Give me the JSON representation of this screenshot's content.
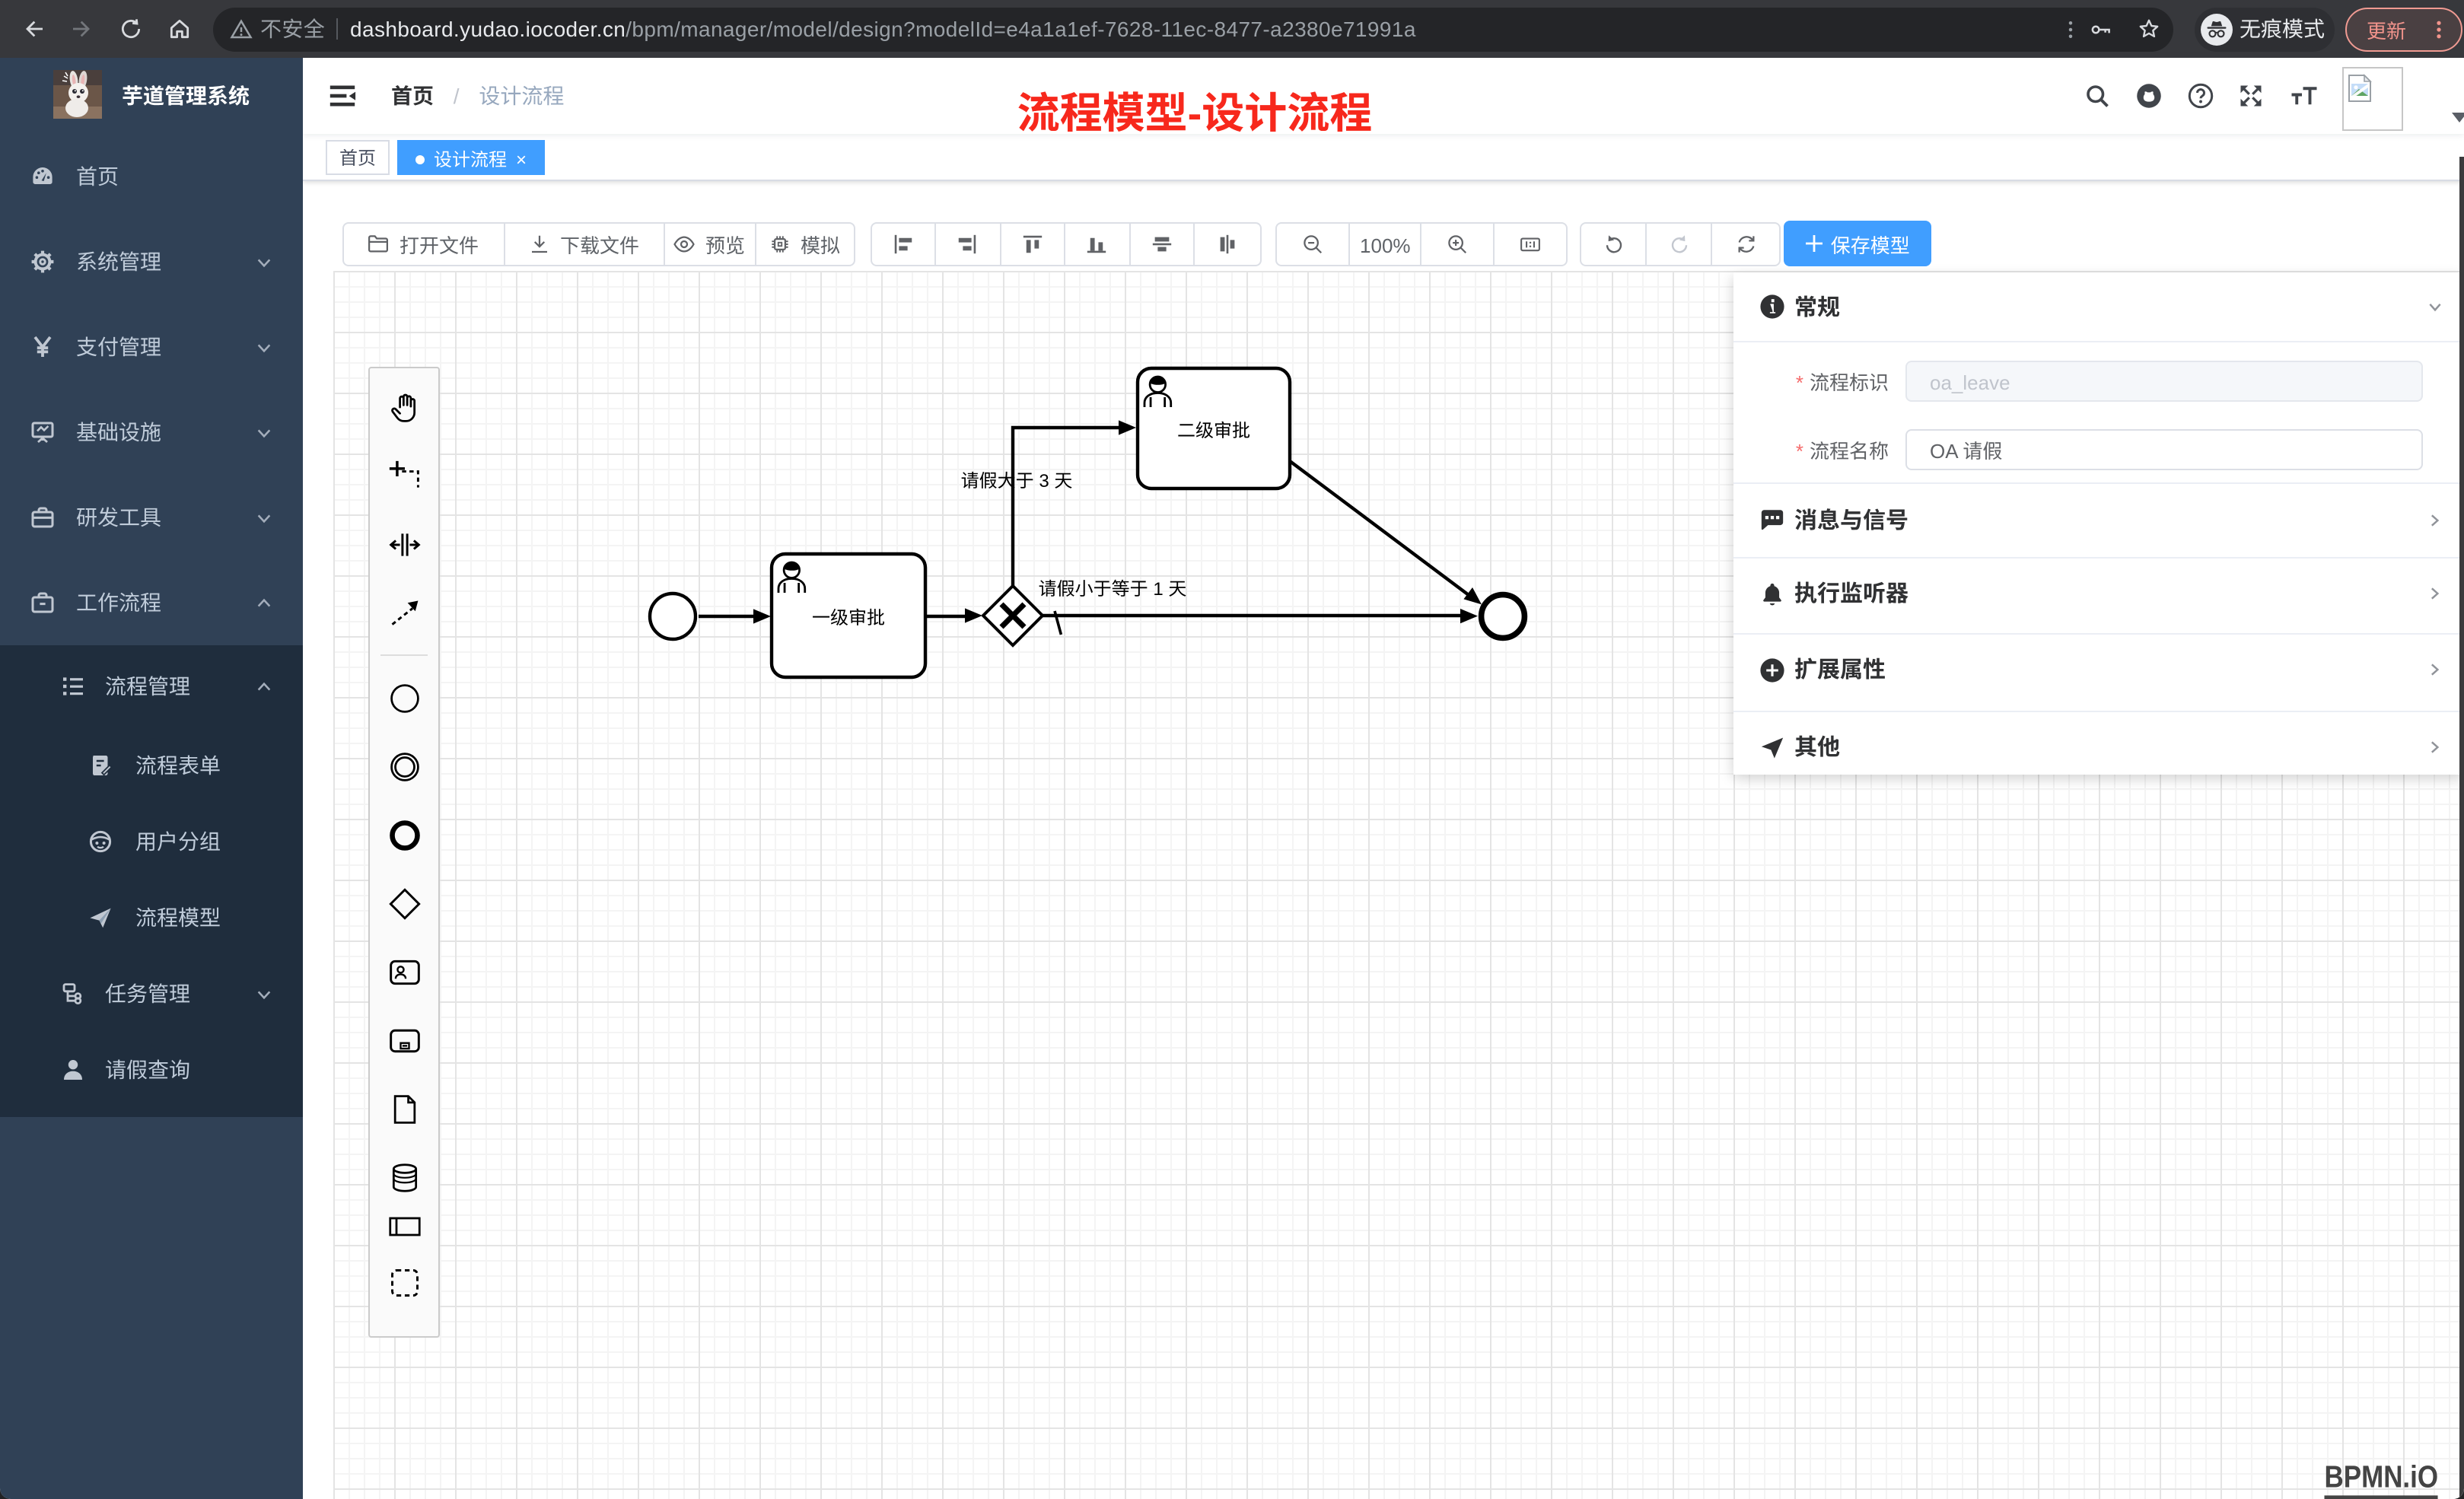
{
  "browser": {
    "security_label": "不安全",
    "url_host": "dashboard.yudao.iocoder.cn",
    "url_path": "/bpm/manager/model/design?modelId=e4a1a1ef-7628-11ec-8477-a2380e71991a",
    "incognito_label": "无痕模式",
    "update_label": "更新"
  },
  "sidebar": {
    "logo_title": "芋道管理系统",
    "items": [
      {
        "label": "首页"
      },
      {
        "label": "系统管理"
      },
      {
        "label": "支付管理"
      },
      {
        "label": "基础设施"
      },
      {
        "label": "研发工具"
      },
      {
        "label": "工作流程"
      },
      {
        "label": "流程管理"
      },
      {
        "label": "流程表单"
      },
      {
        "label": "用户分组"
      },
      {
        "label": "流程模型"
      },
      {
        "label": "任务管理"
      },
      {
        "label": "请假查询"
      }
    ]
  },
  "header": {
    "breadcrumb": [
      "首页",
      "设计流程"
    ],
    "breadcrumb_separator": "/"
  },
  "annotation": {
    "text": "流程模型-设计流程",
    "color": "#f7281c"
  },
  "tags": [
    {
      "label": "首页"
    },
    {
      "label": "设计流程",
      "close": "×"
    }
  ],
  "toolbar": {
    "open_label": "打开文件",
    "download_label": "下载文件",
    "preview_label": "预览",
    "simulate_label": "模拟",
    "zoom_level": "100%",
    "save_label": "保存模型"
  },
  "diagram": {
    "task1_label": "一级审批",
    "task2_label": "二级审批",
    "condition_top": "请假大于 3 天",
    "condition_bottom": "请假小于等于 1 天"
  },
  "panel": {
    "sections": [
      {
        "title": "常规"
      },
      {
        "title": "消息与信号"
      },
      {
        "title": "执行监听器"
      },
      {
        "title": "扩展属性"
      },
      {
        "title": "其他"
      }
    ],
    "required_mark": "*",
    "fields": [
      {
        "label": "流程标识",
        "value": "oa_leave"
      },
      {
        "label": "流程名称",
        "value": "OA 请假"
      }
    ]
  },
  "watermark": "BPMN.iO",
  "colors": {
    "accent": "#409eff",
    "annotation_red": "#f7281c",
    "sidebar_bg": "#304156",
    "submenu_bg": "#1f2d3d"
  }
}
